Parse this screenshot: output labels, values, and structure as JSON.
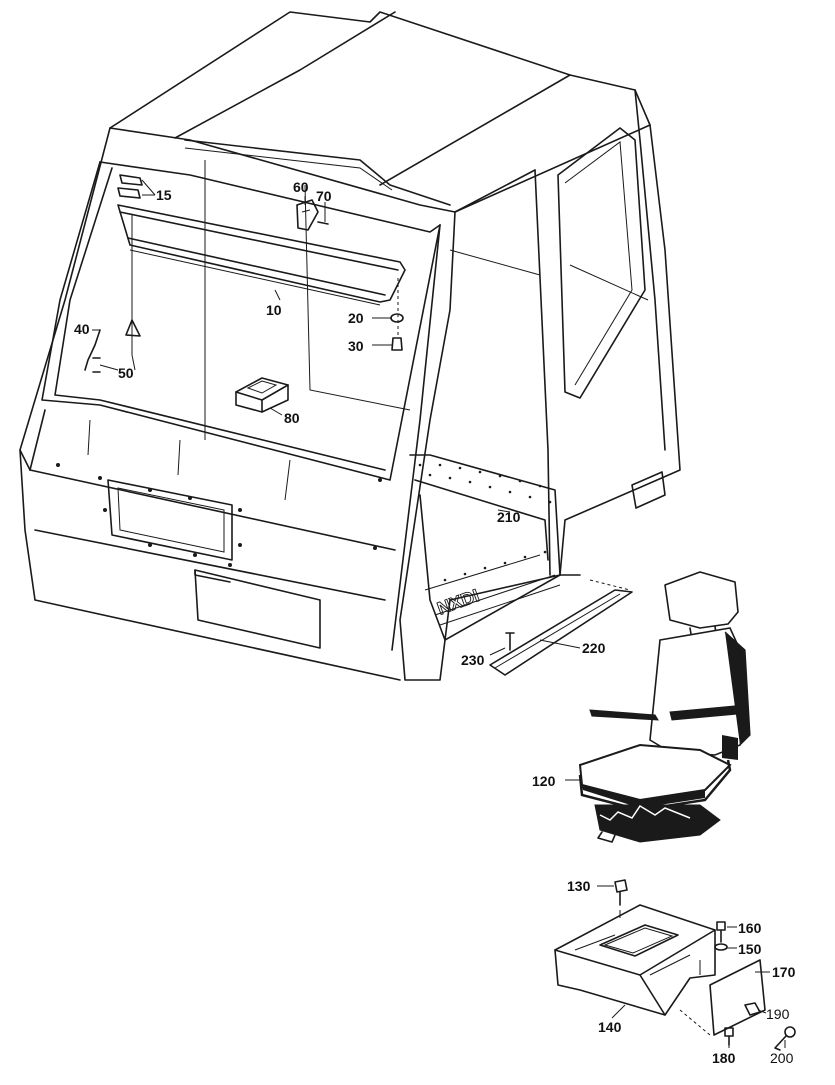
{
  "diagram": {
    "callouts": [
      {
        "id": "c10",
        "text": "10"
      },
      {
        "id": "c15",
        "text": "15"
      },
      {
        "id": "c20",
        "text": "20"
      },
      {
        "id": "c30",
        "text": "30"
      },
      {
        "id": "c40",
        "text": "40"
      },
      {
        "id": "c50",
        "text": "50"
      },
      {
        "id": "c60",
        "text": "60"
      },
      {
        "id": "c70",
        "text": "70"
      },
      {
        "id": "c80",
        "text": "80"
      },
      {
        "id": "c120",
        "text": "120"
      },
      {
        "id": "c130",
        "text": "130"
      },
      {
        "id": "c140",
        "text": "140"
      },
      {
        "id": "c150",
        "text": "150"
      },
      {
        "id": "c160",
        "text": "160"
      },
      {
        "id": "c170",
        "text": "170"
      },
      {
        "id": "c180",
        "text": "180"
      },
      {
        "id": "c190",
        "text": "190"
      },
      {
        "id": "c200",
        "text": "200"
      },
      {
        "id": "c210",
        "text": "210"
      },
      {
        "id": "c220",
        "text": "220"
      },
      {
        "id": "c230",
        "text": "230"
      }
    ],
    "floor_stencil": "NXDI"
  }
}
